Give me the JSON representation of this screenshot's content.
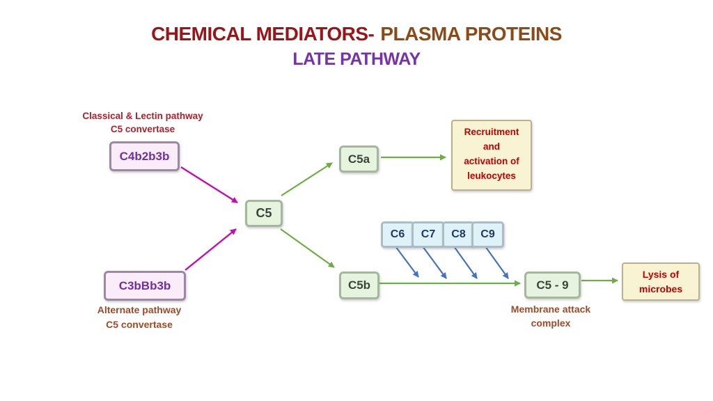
{
  "slide": {
    "title": {
      "primary": "CHEMICAL MEDIATORS-",
      "secondary": "PLASMA PROTEINS"
    },
    "subtitle": "LATE PATHWAY"
  },
  "labels": {
    "classical_pathway": {
      "line1": "Classical & Lectin pathway",
      "line2": "C5 convertase"
    },
    "alternate_pathway": {
      "line1": "Alternate pathway",
      "line2": "C5 convertase"
    },
    "membrane_attack": {
      "line1": "Membrane attack",
      "line2": "complex"
    }
  },
  "nodes": {
    "c4b2b3b": {
      "label": "C4b2b3b"
    },
    "c3bBb3b": {
      "label": "C3bBb3b"
    },
    "c5": {
      "label": "C5"
    },
    "c5a": {
      "label": "C5a"
    },
    "c5b": {
      "label": "C5b"
    },
    "c6": {
      "label": "C6"
    },
    "c7": {
      "label": "C7"
    },
    "c8": {
      "label": "C8"
    },
    "c9": {
      "label": "C9"
    },
    "c5_9": {
      "label": "C5 - 9"
    }
  },
  "outcomes": {
    "recruitment": {
      "lines": [
        "Recruitment",
        "and",
        "activation of",
        "leukocytes"
      ]
    },
    "lysis": {
      "line1": "Lysis of",
      "line2": "microbes"
    }
  },
  "colors": {
    "title_red": "#9A1418",
    "title_brown": "#8C4A17",
    "subtitle_purple": "#7433A6",
    "label_crimson": "#B0202A",
    "label_brownred": "#9E4A26",
    "node_purple_text": "#7030A0",
    "node_purple_fill": "#FBECFA",
    "node_purple_border": "#9C87A8",
    "node_green_text": "#394539",
    "node_green_fill": "#E6F3DE",
    "node_green_border": "#A3B89A",
    "node_blue_text": "#1F3864",
    "node_blue_fill": "#DFF2F8",
    "node_blue_border": "#A9BDC6",
    "outcome_fill": "#F8F3D3",
    "outcome_border": "#B9B08E",
    "outcome_text": "#C00000",
    "arrow_magenta": "#C20CB5",
    "arrow_green": "#6FAC46",
    "arrow_blue": "#4472C4"
  }
}
